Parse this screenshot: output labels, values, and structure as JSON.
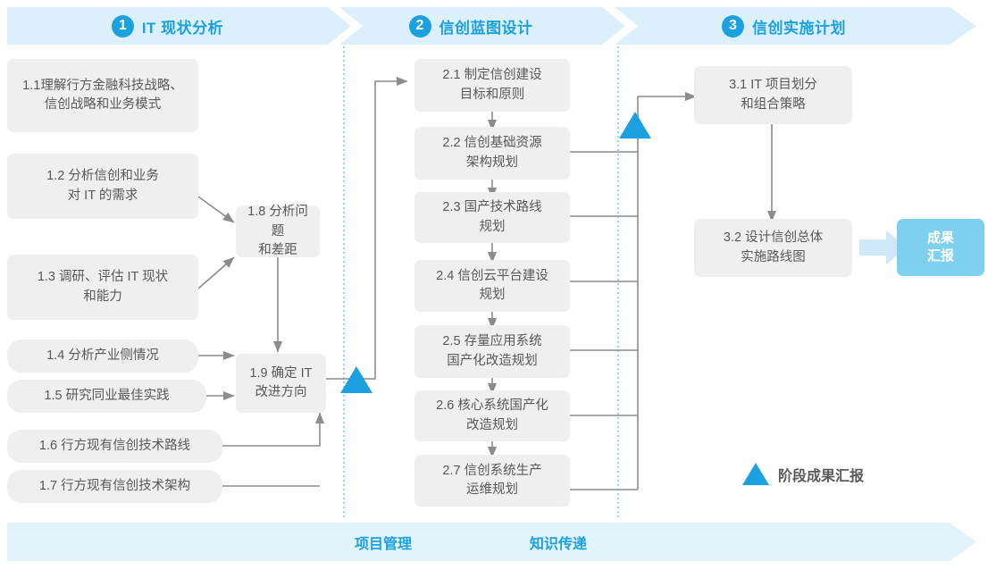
{
  "phases": [
    {
      "num": "1",
      "title": "IT 现状分析"
    },
    {
      "num": "2",
      "title": "信创蓝图设计"
    },
    {
      "num": "3",
      "title": "信创实施计划"
    }
  ],
  "nodes": {
    "n11": "1.1理解行方金融科技战略、\n信创战略和业务模式",
    "n12": "1.2 分析信创和业务\n对 IT 的需求",
    "n13": "1.3 调研、评估 IT 现状\n和能力",
    "n14": "1.4 分析产业侧情况",
    "n15": "1.5 研究同业最佳实践",
    "n16": "1.6 行方现有信创技术路线",
    "n17": "1.7 行方现有信创技术架构",
    "n18": "1.8 分析问题\n和差距",
    "n19": "1.9 确定 IT\n改进方向",
    "n21": "2.1 制定信创建设\n目标和原则",
    "n22": "2.2 信创基础资源\n架构规划",
    "n23": "2.3 国产技术路线\n规划",
    "n24": "2.4 信创云平台建设\n规划",
    "n25": "2.5 存量应用系统\n国产化改造规划",
    "n26": "2.6 核心系统国产化\n改造规划",
    "n27": "2.7 信创系统生产\n运维规划",
    "n31": "3.1 IT 项目划分\n和组合策略",
    "n32": "3.2 设计信创总体\n实施路线图"
  },
  "result_badge": "成果\n汇报",
  "legend": {
    "label": "阶段成果汇报"
  },
  "footer": {
    "labels": [
      "项目管理",
      "知识传递"
    ]
  },
  "colors": {
    "accent": "#1ba0e0",
    "band": "#dcf0fb",
    "footer_band": "#e3f3fc",
    "box": "#efefef",
    "box_text": "#58595b",
    "result": "#7fd0f0",
    "wire": "#8c8c8c",
    "divider": "#3fb6e8"
  }
}
